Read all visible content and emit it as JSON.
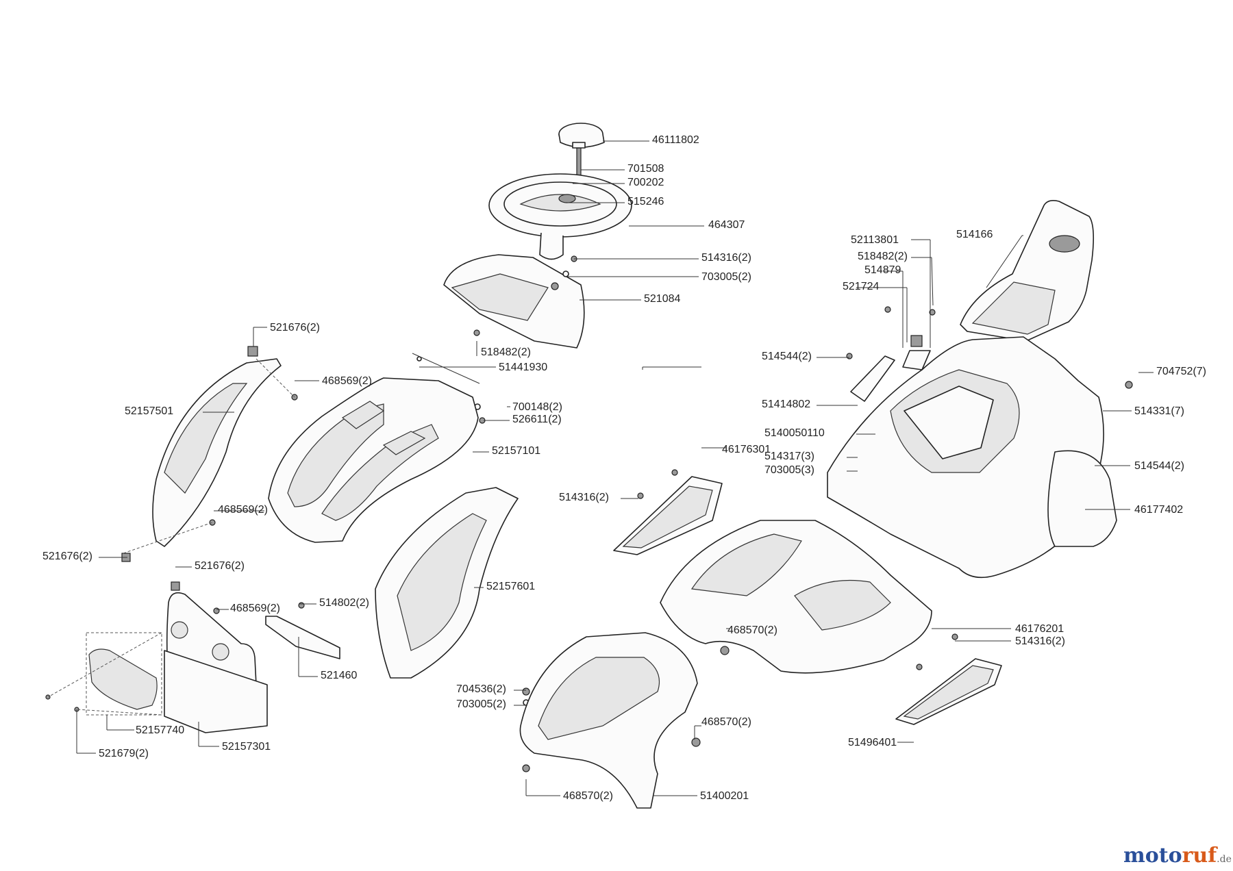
{
  "labels": {
    "l46111802": "46111802",
    "l701508": "701508",
    "l700202": "700202",
    "l515246": "515246",
    "l464307": "464307",
    "l514316_top": "514316(2)",
    "l703005_top": "703005(2)",
    "l521084": "521084",
    "l518482_hood": "518482(2)",
    "l51441930": "51441930",
    "l700148": "700148(2)",
    "l526611": "526611(2)",
    "l52157101": "52157101",
    "l521676_a": "521676(2)",
    "l468569_a": "468569(2)",
    "l52157501": "52157501",
    "l468569_b": "468569(2)",
    "l521676_b": "521676(2)",
    "l521676_c": "521676(2)",
    "l468569_c": "468569(2)",
    "l514802": "514802(2)",
    "l521460": "521460",
    "l52157601": "52157601",
    "l52157740": "52157740",
    "l52157301": "52157301",
    "l521679": "521679(2)",
    "l52113801": "52113801",
    "l514166": "514166",
    "l518482_seat": "518482(2)",
    "l514879": "514879",
    "l521724": "521724",
    "l514544_a": "514544(2)",
    "l51414802": "51414802",
    "l704752": "704752(7)",
    "l514331": "514331(7)",
    "l5140050110": "5140050110",
    "l46176301": "46176301",
    "l514317": "514317(3)",
    "l703005_mid": "703005(3)",
    "l514316_step": "514316(2)",
    "l514544_b": "514544(2)",
    "l46177402": "46177402",
    "l468570_a": "468570(2)",
    "l46176201": "46176201",
    "l514316_b": "514316(2)",
    "l704536": "704536(2)",
    "l703005_low": "703005(2)",
    "l468570_b": "468570(2)",
    "l51496401": "51496401",
    "l468570_c": "468570(2)",
    "l51400201": "51400201"
  },
  "watermark": {
    "brand_a": "moto",
    "brand_b": "ruf",
    "tld": ".de"
  }
}
